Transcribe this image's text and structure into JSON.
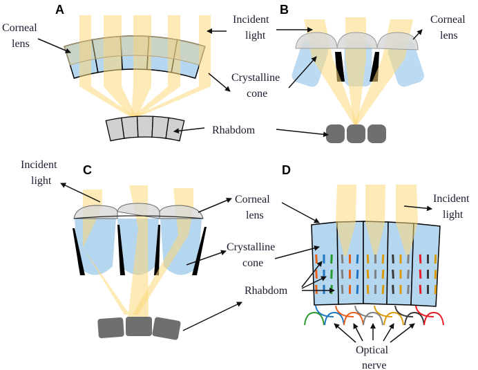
{
  "panels": {
    "a": {
      "letter": "A",
      "corneal": [
        "Corneal",
        "lens"
      ],
      "incident": [
        "Incident",
        "light"
      ],
      "crystalline": [
        "Crystalline",
        "cone"
      ],
      "rhabdom": "Rhabdom"
    },
    "b": {
      "letter": "B",
      "corneal": [
        "Corneal",
        "lens"
      ]
    },
    "c": {
      "letter": "C",
      "incident": [
        "Incident",
        "light"
      ],
      "corneal": [
        "Corneal",
        "lens"
      ],
      "crystalline": [
        "Crystalline",
        "cone"
      ],
      "rhabdom": "Rhabdom"
    },
    "d": {
      "letter": "D",
      "incident": [
        "Incident",
        "light"
      ],
      "optical": [
        "Optical",
        "nerve"
      ]
    }
  },
  "colors": {
    "light": "#fcd97a",
    "cone": "#b5d6ef",
    "cornea": "#d8d8d8",
    "rhabdom_a": "#d0d0d0",
    "rhabdom_bc": "#6f6f6f",
    "pigment": "#000000",
    "receptors": [
      "#e8611a",
      "#1f77c4",
      "#2a9a2a",
      "#808080",
      "#d99b0b",
      "#3a3a3a",
      "#e81c24"
    ]
  }
}
